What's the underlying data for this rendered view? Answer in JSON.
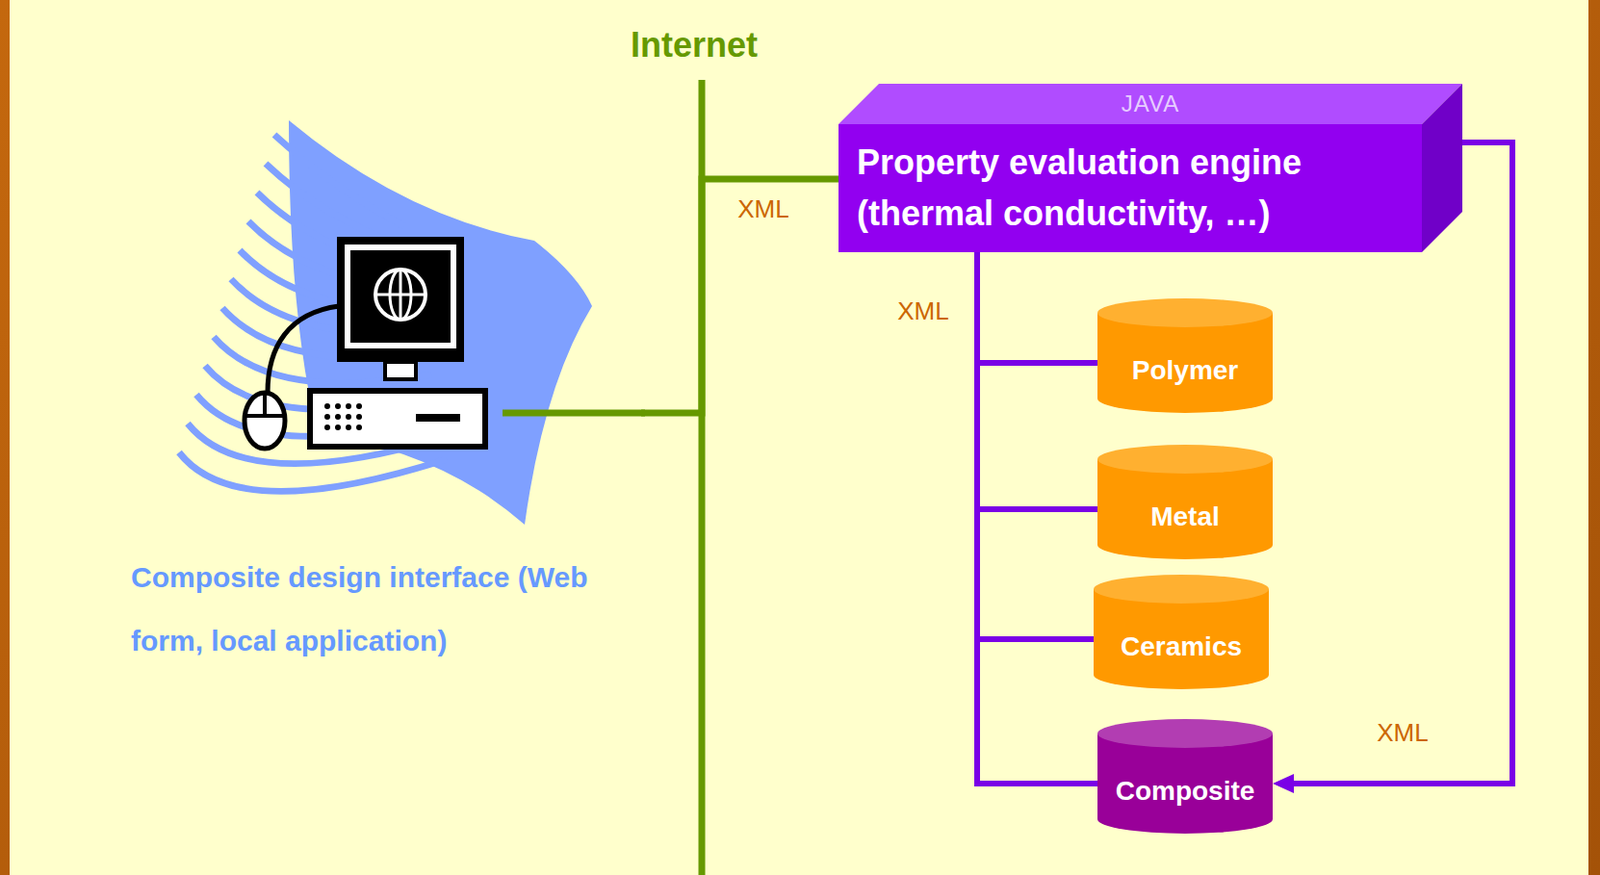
{
  "diagram": {
    "nodes": [
      {
        "text": [
          "Composite design interface (Web form, local application)"
        ]
      },
      {
        "text": [
          "JAVA",
          "Property evaluation engine (thermal conductivity, …)"
        ]
      },
      {
        "text": [
          "Polymer"
        ]
      },
      {
        "text": [
          "Metal"
        ]
      },
      {
        "text": [
          "Ceramics"
        ]
      },
      {
        "text": [
          "Composite"
        ]
      }
    ],
    "edges": [
      {
        "from": 0,
        "to": 1,
        "arrow": "none",
        "label": "XML"
      },
      {
        "from": 1,
        "to": 2,
        "arrow": "none",
        "label": "XML"
      },
      {
        "from": 1,
        "to": 3,
        "arrow": "none"
      },
      {
        "from": 1,
        "to": 4,
        "arrow": "none"
      },
      {
        "from": 1,
        "to": 5,
        "arrow": "none"
      },
      {
        "from": 1,
        "to": 5,
        "arrow": "to",
        "label": "XML"
      }
    ],
    "labels": [
      "Internet"
    ]
  }
}
